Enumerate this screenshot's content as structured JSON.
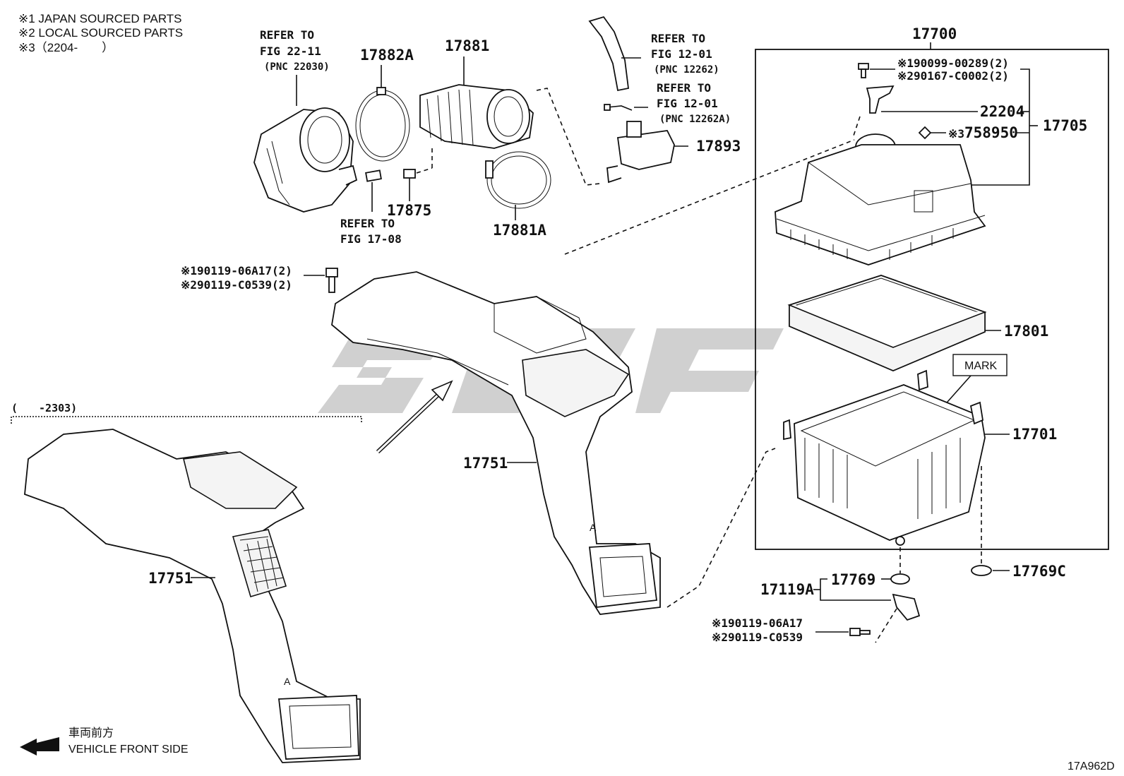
{
  "legend": {
    "line1": "※1  JAPAN SOURCED PARTS",
    "line2": "※2  LOCAL SOURCED PARTS",
    "line3": "※3（2204-　　）"
  },
  "refs": {
    "throttle_title1": "REFER TO",
    "throttle_title2": "FIG 22-11",
    "throttle_pnc": "(PNC 22030)",
    "hose_title1": "REFER TO",
    "hose_title2": "FIG 12-01",
    "hose_pnc": "(PNC 12262)",
    "sensor_title1": "REFER TO",
    "sensor_title2": "FIG 12-01",
    "sensor_pnc": "(PNC 12262A)",
    "pipe_title1": "REFER TO",
    "pipe_title2": "FIG 17-08"
  },
  "parts": {
    "p17700": "17700",
    "p17882A": "17882A",
    "p17881": "17881",
    "p17875": "17875",
    "p17881A": "17881A",
    "p17893": "17893",
    "p22204": "22204",
    "p17705": "17705",
    "p758950": "758950",
    "p17801": "17801",
    "p17701": "17701",
    "p17751a": "17751",
    "p17751b": "17751",
    "p17769": "17769",
    "p17119A": "17119A",
    "p17769C": "17769C"
  },
  "bolts": {
    "top1": "※190099-00289(2)",
    "top2": "※290167-C0002(2)",
    "mark3": "※3",
    "duct1": "※190119-06A17(2)",
    "duct2": "※290119-C0539(2)",
    "low1": "※190119-06A17",
    "low2": "※290119-C0539"
  },
  "mark_box": "MARK",
  "range_label": "(　　-2303)",
  "direction": {
    "jp": "車両前方",
    "en": "VEHICLE FRONT SIDE"
  },
  "figure_code": "17A962D"
}
